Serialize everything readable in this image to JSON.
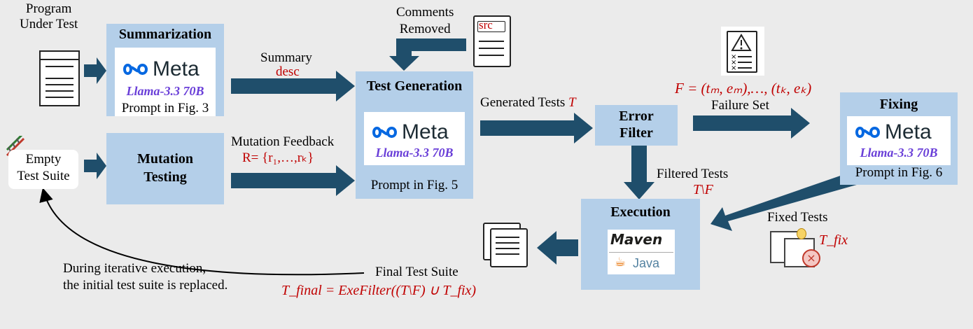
{
  "inputs": {
    "program_label": "Program\nUnder Test",
    "empty_suite_label": "Empty\nTest Suite",
    "src_label": "src",
    "comments_label": "Comments\nRemoved"
  },
  "summarization": {
    "title": "Summarization",
    "model": "Llama-3.3 70B",
    "logo": "Meta",
    "caption": "Prompt in Fig. 3"
  },
  "mutation": {
    "title": "Mutation\nTesting"
  },
  "test_generation": {
    "title": "Test Generation",
    "model": "Llama-3.3 70B",
    "logo": "Meta",
    "caption": "Prompt in Fig. 5"
  },
  "error_filter": {
    "title": "Error\nFilter"
  },
  "fixing": {
    "title": "Fixing",
    "model": "Llama-3.3 70B",
    "logo": "Meta",
    "caption": "Prompt in Fig. 6"
  },
  "execution": {
    "title": "Execution",
    "maven": "Maven",
    "java": "Java"
  },
  "edges": {
    "summary": "Summary",
    "desc": "desc",
    "mutation_feedback": "Mutation Feedback",
    "r_set": "R= {r₁,…,rₖ}",
    "generated_tests": "Generated Tests",
    "generated_T": "T",
    "failure_set": "Failure Set",
    "F_def": "F = (tₘ, eₘ),…, (tₖ, eₖ)",
    "filtered_tests": "Filtered Tests",
    "T_minus_F": "T\\F",
    "fixed_tests": "Fixed Tests",
    "T_fix": "T_fix",
    "final_suite": "Final Test Suite",
    "T_final": "T_final = ExeFilter((T\\F) ∪ T_fix)",
    "loop_note": "During iterative execution,\nthe initial test suite is replaced."
  },
  "colors": {
    "box": "#b4cfe9",
    "arrow": "#1f4e6b",
    "background": "#ebebeb",
    "accent_red": "#c00000",
    "llama": "#6a3fd8"
  },
  "icons": [
    "document-icon",
    "dna-icon",
    "src-file-icon",
    "warning-report-icon",
    "test-suite-icon",
    "fixed-tests-icon",
    "meta-logo",
    "maven-logo",
    "java-logo"
  ]
}
